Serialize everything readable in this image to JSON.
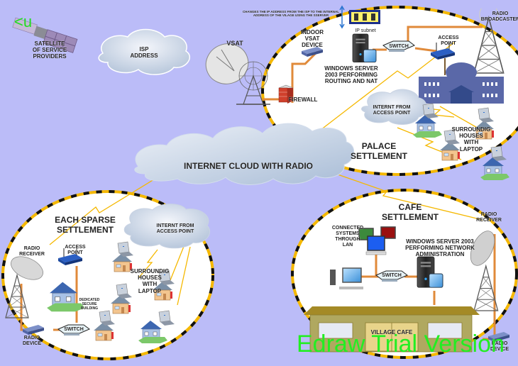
{
  "diagram": {
    "title": "Village Internet Network via Satellite and Radio",
    "background_color": "#bbbcf8",
    "ellipse_border_colors": [
      "#f5b800",
      "#111111"
    ],
    "link_color_wired": "#e08a3a",
    "link_color_wireless": "#f5b800",
    "labels": {
      "satellite": "SATELLITE\nOF SERVICE\nPROVIDERS",
      "isp_address": "ISP\nADDRESS",
      "vsat": "VSAT",
      "nat_note": "CHANGES THE IP ADDRESS FROM THE ISP TO THE INTERNAL\nADDRESS OF THE VILAGE USING THE SSERVER",
      "ip_subnet": "IP subnet",
      "indoor_vsat": "INDOOR\nVSAT\nDEVICE",
      "windows_server_routing": "WINDOWS SERVER\n2003 PERFORMING\nROUTING AND NAT",
      "switch_palace": "SWITCH",
      "access_point_palace": "ACCESS\nPOINT",
      "radio_broadcaster": "RADIO\nBROADCASTER",
      "firewall": "FIREWALL",
      "internet_from_ap_palace": "INTERNT FROM\nACCESS POINT",
      "surrounding_houses_palace": "SURROUNDIG\nHOUSES\nWITH\nLAPTOP",
      "palace_settlement": "PALACE\nSETTLEMENT",
      "internet_cloud": "INTERNET CLOUD WITH RADIO",
      "sparse_settlement": "EACH SPARSE\nSETTLEMENT",
      "internet_from_ap_sparse": "INTERNT FROM\nACCESS POINT",
      "radio_receiver_sparse": "RADIO\nRECEIVER",
      "access_point_sparse": "ACCESS\nPOINT",
      "surrounding_houses_sparse": "SURROUNDIG\nHOUSES\nWITH\nLAPTOP",
      "dedicated_building": "DEDICATED\nSECURE\nBUILDING",
      "switch_sparse": "SWITCH",
      "radio_device_sparse": "RADIO\nDEVICE",
      "cafe_settlement": "CAFE\nSETTLEMENT",
      "connected_systems": "CONNECTED\nSYSTEMS\nTHROUGH\nLAN",
      "windows_server_admin": "WINDOWS SERVER 2003\nPERFORMING NETWORK\nADMINISTRATION",
      "radio_receiver_cafe": "RADIO\nRECEIVER",
      "switch_cafe": "SWITCH",
      "village_cafe": "VILLAGE CAFE",
      "radio_device_cafe": "RADIO\nDEVICE"
    },
    "watermark": "Edraw Trial Version",
    "stray_mark": "<u"
  }
}
